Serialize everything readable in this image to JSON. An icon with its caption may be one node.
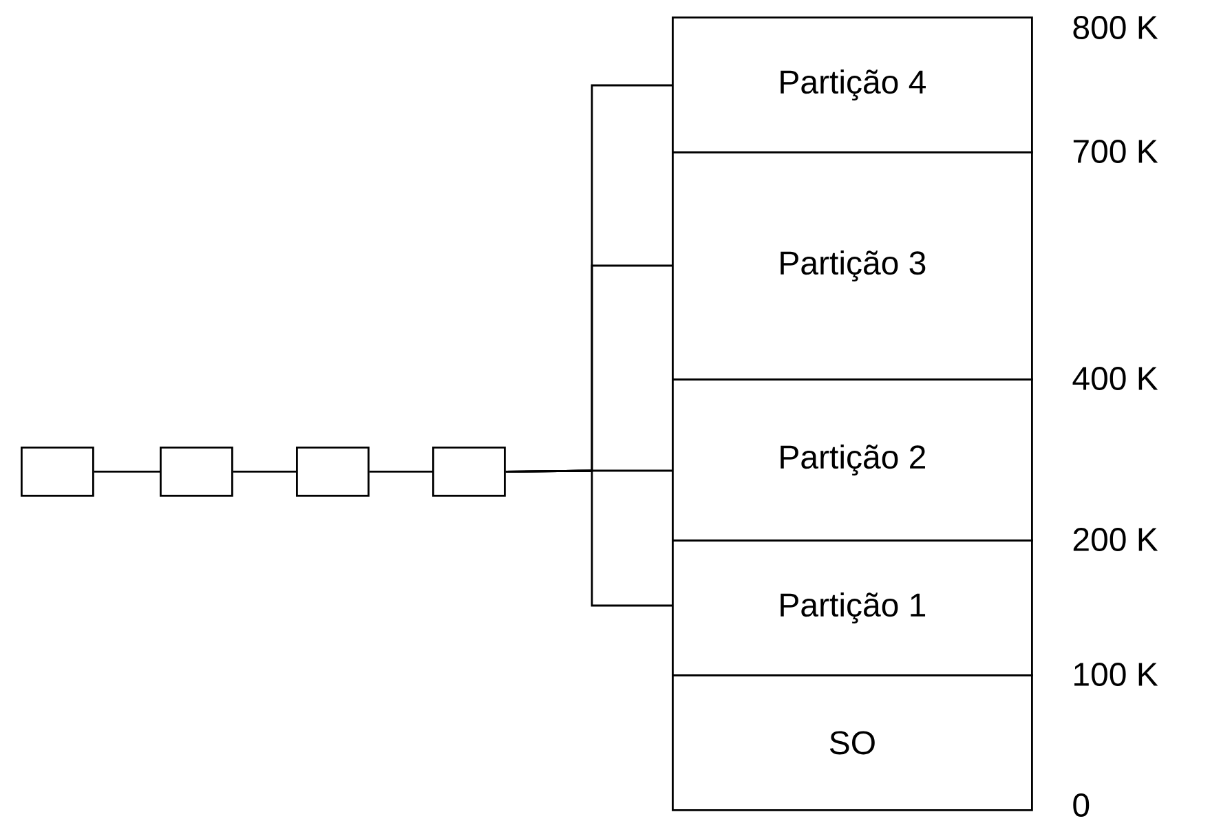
{
  "diagram": {
    "nodes": [
      {
        "text": [
          "Partição 4"
        ]
      },
      {
        "text": [
          "Partição 3"
        ]
      },
      {
        "text": [
          "Partição 2"
        ]
      },
      {
        "text": [
          "Partição 1"
        ]
      },
      {
        "text": [
          "SO"
        ]
      },
      {
        "text": [],
        "shape": "box"
      },
      {
        "text": [],
        "shape": "box"
      },
      {
        "text": [],
        "shape": "box"
      },
      {
        "text": [],
        "shape": "box"
      }
    ],
    "edges": [
      {
        "from": 5,
        "to": 6,
        "arrow": "none"
      },
      {
        "from": 6,
        "to": 7,
        "arrow": "none"
      },
      {
        "from": 7,
        "to": 8,
        "arrow": "none"
      },
      {
        "from": 8,
        "to": 0,
        "arrow": "none"
      },
      {
        "from": 8,
        "to": 1,
        "arrow": "none"
      },
      {
        "from": 8,
        "to": 2,
        "arrow": "none"
      },
      {
        "from": 8,
        "to": 3,
        "arrow": "none"
      }
    ],
    "labels": [
      "800 K",
      "700 K",
      "400 K",
      "200 K",
      "100 K",
      "0"
    ]
  }
}
